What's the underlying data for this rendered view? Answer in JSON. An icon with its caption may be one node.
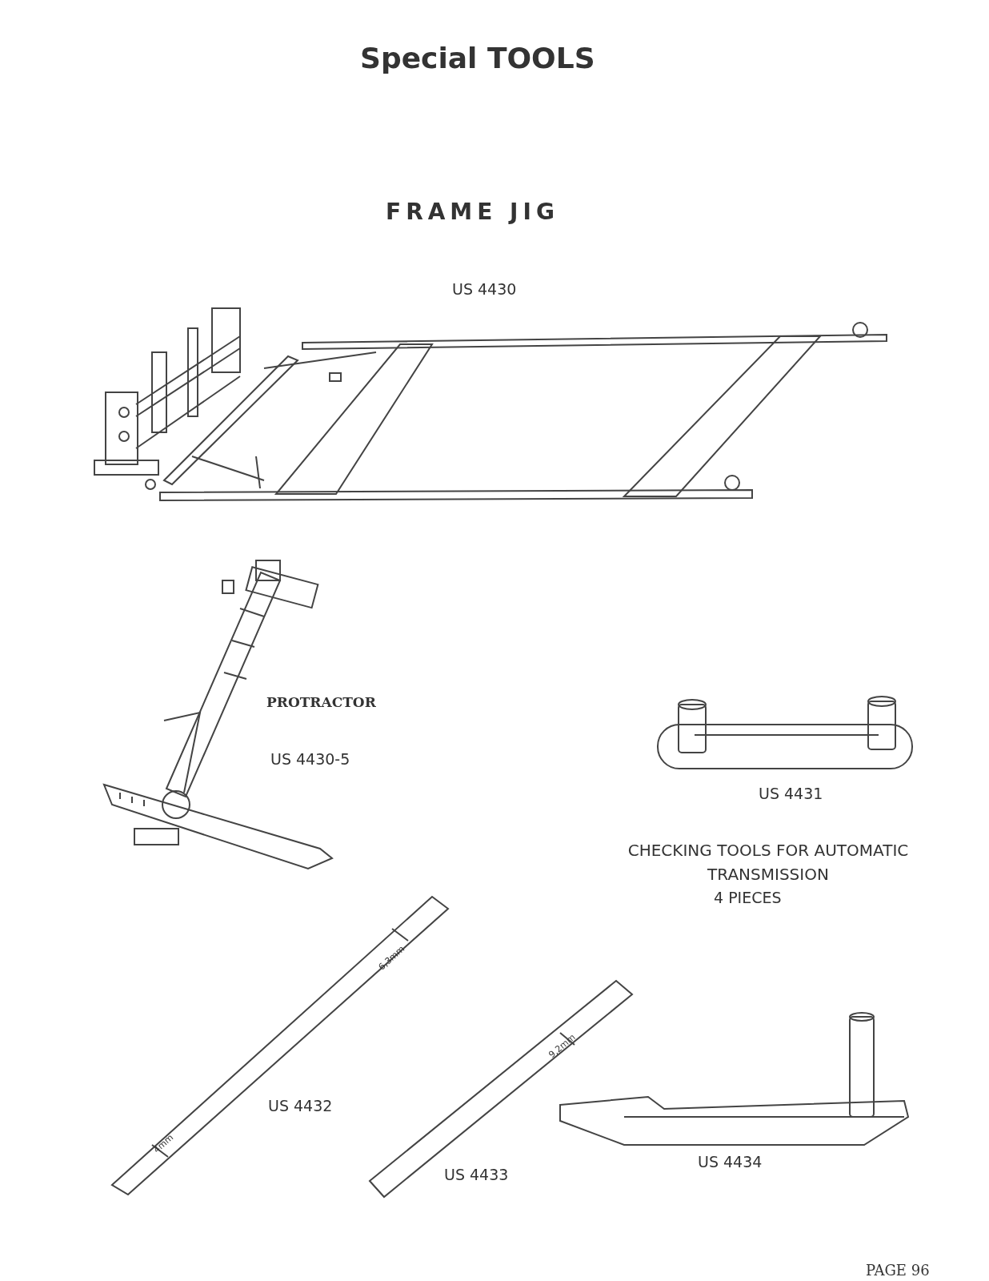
{
  "diagram": {
    "title": "Special TOOLS",
    "labels": [
      "FRAME JIG",
      "US 4430",
      "PROTRACTOR",
      "US 4430-5",
      "US 4431",
      "CHECKING TOOLS FOR AUTOMATIC TRANSMISSION",
      "4 PIECES",
      "6,3mm",
      "US 4432",
      "4mm",
      "9,2mm",
      "US 4433",
      "US 4434",
      "PAGE 96"
    ]
  }
}
